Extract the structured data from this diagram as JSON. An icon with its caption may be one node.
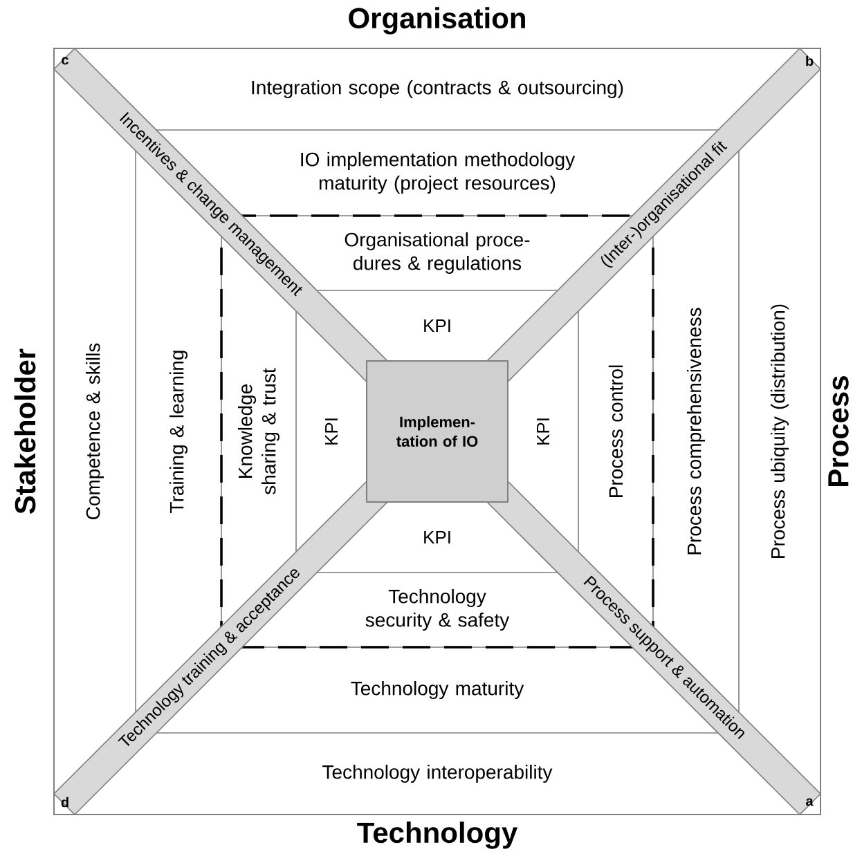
{
  "diagram": {
    "nodes": [
      {
        "text": [
          "Integration scope (contracts & outsourcing)"
        ]
      },
      {
        "text": [
          "Incentives & change management"
        ]
      },
      {
        "text": [
          "(Inter-)organisational fit"
        ]
      },
      {
        "text": [
          "IO implementation methodology maturity (project resources)"
        ]
      },
      {
        "text": [
          "Organisational proce- dures & regulations"
        ]
      },
      {
        "text": [
          "KPI"
        ]
      },
      {
        "text": [
          "Competence & skills"
        ]
      },
      {
        "text": [
          "Training & learning"
        ]
      },
      {
        "text": [
          "Knowledge sharing & trust"
        ]
      },
      {
        "text": [
          "KPI"
        ]
      },
      {
        "text": [
          "Implemen- tation of IO"
        ]
      },
      {
        "text": [
          "KPI"
        ]
      },
      {
        "text": [
          "Process control"
        ]
      },
      {
        "text": [
          "Process comprehensiveness"
        ]
      },
      {
        "text": [
          "Process ubiquity (distribution)"
        ]
      },
      {
        "text": [
          "KPI"
        ]
      },
      {
        "text": [
          "Technology training & acceptance"
        ]
      },
      {
        "text": [
          "Technology security & safety"
        ]
      },
      {
        "text": [
          "Process support & automation"
        ]
      },
      {
        "text": [
          "Technology maturity"
        ]
      },
      {
        "text": [
          "Technology interoperability"
        ]
      }
    ],
    "labels": [
      "Organisation",
      "c",
      "b",
      "Stakeholder",
      "Process",
      "d",
      "a",
      "Technology"
    ]
  }
}
